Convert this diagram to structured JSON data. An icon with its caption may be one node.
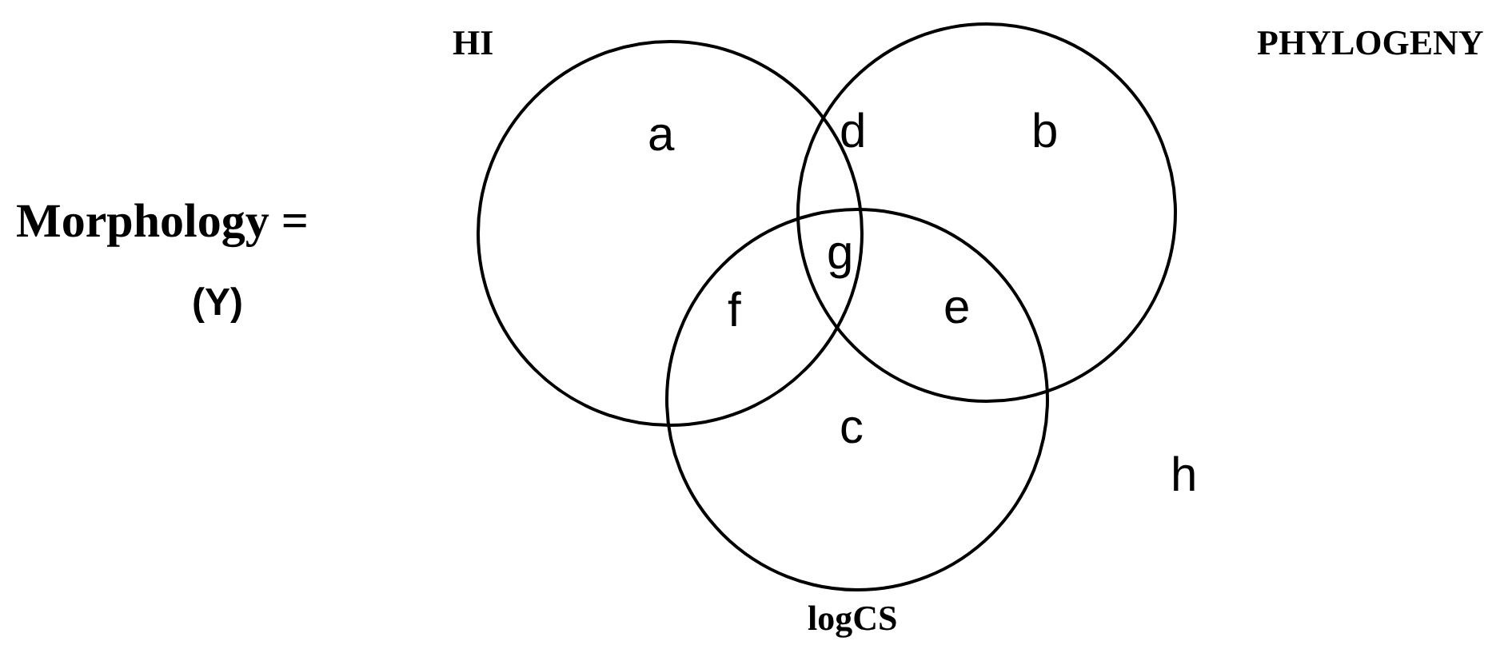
{
  "diagram": {
    "nodes": [
      {
        "text": [
          "HI"
        ]
      },
      {
        "text": [
          "PHYLOGENY"
        ]
      },
      {
        "text": [
          "logCS"
        ]
      }
    ],
    "labels": [
      "Morphology =",
      "(Y)",
      "a",
      "d",
      "b",
      "g",
      "f",
      "e",
      "c",
      "h"
    ]
  }
}
